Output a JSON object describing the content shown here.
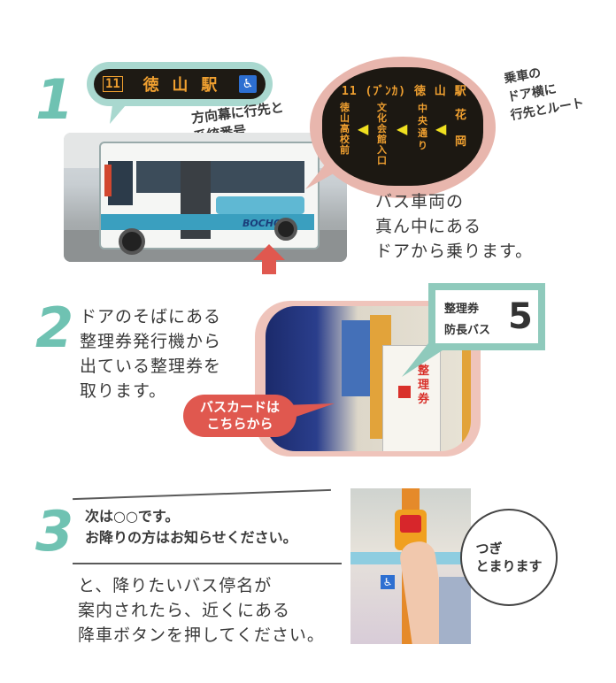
{
  "colors": {
    "accent": "#6fc2b2",
    "pink": "#e8b6ad",
    "red": "#e0584f",
    "teal": "#8fcabc"
  },
  "step1": {
    "number": "1",
    "sign_route_no": "11",
    "sign_destination": "徳 山 駅",
    "sign_caption": "方向幕に行先と\n系統番号",
    "screen_top": "11 (ﾌﾞﾝｶ) 徳 山 駅",
    "screen_cols": [
      "徳山高校前",
      "文化会館入口",
      "中央通り",
      "花岡"
    ],
    "door_caption": "乗車の\nドア横に\n行先とルート",
    "bus_logo": "BOCHO",
    "body": "バス車両の\n真ん中にある\nドアから乗ります。"
  },
  "step2": {
    "number": "2",
    "body": "ドアのそばにある\n整理券発行機から\n出ている整理券を\n取ります。",
    "ticket_label1": "整理券",
    "ticket_label2": "防長バス",
    "ticket_number": "5",
    "machine_label": "整理券",
    "card_bubble": "バスカードは\nこちらから"
  },
  "step3": {
    "number": "3",
    "announcement": "次は○○です。\nお降りの方はお知らせください。",
    "body": "と、降りたいバス停名が\n案内されたら、近くにある\n降車ボタンを押してください。",
    "bubble": "つぎ\nとまります"
  }
}
